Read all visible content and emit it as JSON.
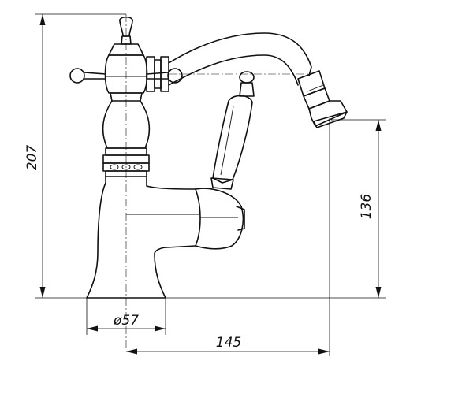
{
  "dimensions": {
    "total_height": "207",
    "spout_height": "136",
    "base_diameter": "ø57",
    "spout_reach": "145"
  }
}
